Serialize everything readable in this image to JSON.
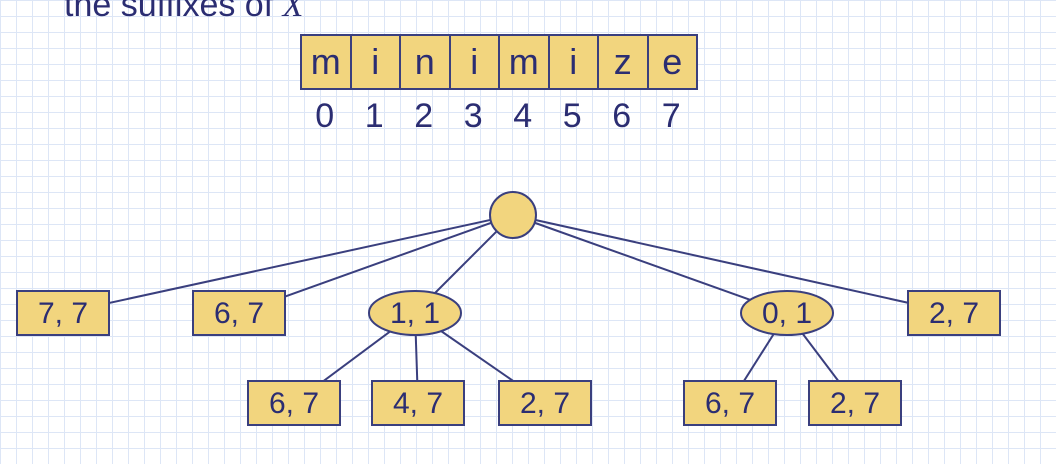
{
  "caption": {
    "text": "the suffixes of ",
    "var": "X"
  },
  "string": {
    "chars": [
      "m",
      "i",
      "n",
      "i",
      "m",
      "i",
      "z",
      "e"
    ],
    "indices": [
      "0",
      "1",
      "2",
      "3",
      "4",
      "5",
      "6",
      "7"
    ]
  },
  "tree": {
    "root": {
      "label": ""
    },
    "nodes": [
      {
        "id": "leaf-7-7",
        "label": "7, 7",
        "shape": "rect",
        "parent": "root"
      },
      {
        "id": "leaf-6-7-a",
        "label": "6, 7",
        "shape": "rect",
        "parent": "root"
      },
      {
        "id": "node-1-1",
        "label": "1, 1",
        "shape": "ellipse",
        "parent": "root"
      },
      {
        "id": "node-0-1",
        "label": "0, 1",
        "shape": "ellipse",
        "parent": "root"
      },
      {
        "id": "leaf-2-7-a",
        "label": "2, 7",
        "shape": "rect",
        "parent": "root"
      },
      {
        "id": "leaf-6-7-b",
        "label": "6, 7",
        "shape": "rect",
        "parent": "node-1-1"
      },
      {
        "id": "leaf-4-7",
        "label": "4, 7",
        "shape": "rect",
        "parent": "node-1-1"
      },
      {
        "id": "leaf-2-7-b",
        "label": "2, 7",
        "shape": "rect",
        "parent": "node-1-1"
      },
      {
        "id": "leaf-6-7-c",
        "label": "6, 7",
        "shape": "rect",
        "parent": "node-0-1"
      },
      {
        "id": "leaf-2-7-c",
        "label": "2, 7",
        "shape": "rect",
        "parent": "node-0-1"
      }
    ]
  },
  "colors": {
    "fill": "#f2d57e",
    "stroke": "#3a3f7e",
    "text": "#2b2d72"
  }
}
